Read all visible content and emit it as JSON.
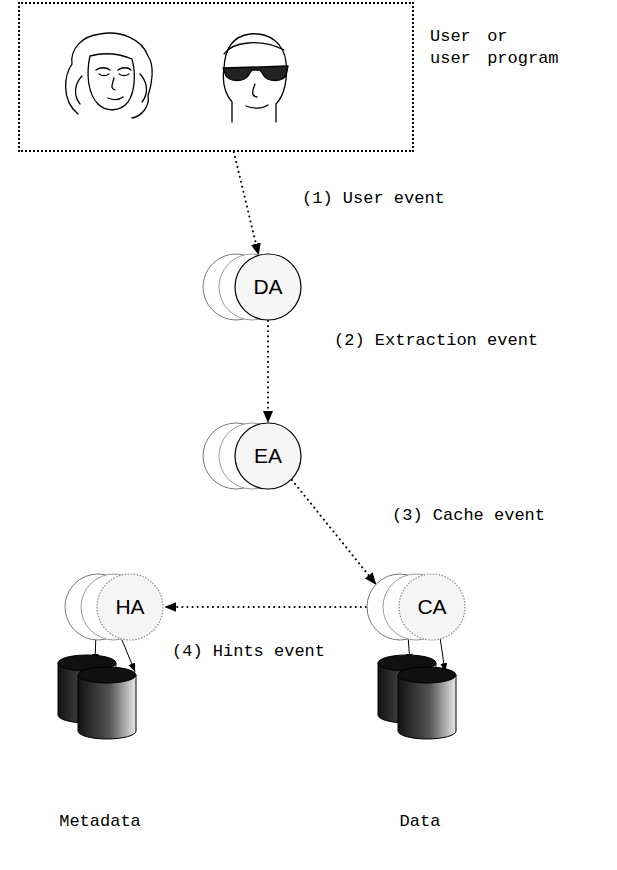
{
  "diagram": {
    "nodes": [
      {
        "text": [
          "User or user program"
        ]
      },
      {
        "text": [
          "DA"
        ]
      },
      {
        "text": [
          "EA"
        ]
      },
      {
        "text": [
          "HA"
        ]
      },
      {
        "text": [
          "CA"
        ]
      },
      {
        "text": [
          "Metadata"
        ]
      },
      {
        "text": [
          "Data"
        ]
      }
    ],
    "edges": [
      {
        "from": 0,
        "to": 1,
        "arrow": "to",
        "label": "(1) User event"
      },
      {
        "from": 1,
        "to": 2,
        "arrow": "to",
        "label": "(2) Extraction event"
      },
      {
        "from": 2,
        "to": 4,
        "arrow": "to",
        "label": "(3) Cache event"
      },
      {
        "from": 4,
        "to": 3,
        "arrow": "to",
        "label": "(4) Hints event"
      },
      {
        "from": 3,
        "to": 5,
        "arrow": "to"
      },
      {
        "from": 3,
        "to": 5,
        "arrow": "to"
      },
      {
        "from": 4,
        "to": 6,
        "arrow": "to"
      },
      {
        "from": 4,
        "to": 6,
        "arrow": "to"
      }
    ]
  }
}
